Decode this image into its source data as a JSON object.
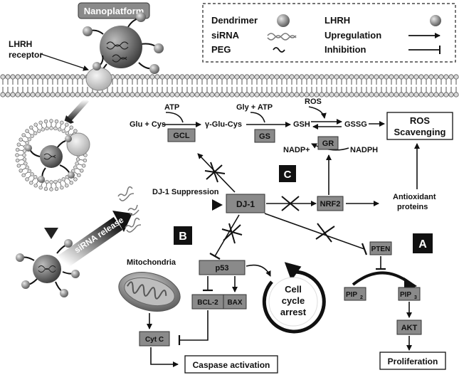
{
  "legend": {
    "dendrimer": "Dendrimer",
    "sirna": "siRNA",
    "peg": "PEG",
    "lhrh": "LHRH",
    "upregulation": "Upregulation",
    "inhibition": "Inhibition"
  },
  "labels": {
    "nanoplatform": "Nanoplatform",
    "lhrh_receptor_1": "LHRH",
    "lhrh_receptor_2": "receptor",
    "sirna_release": "siRNA release",
    "dj1_suppression": "DJ-1 Suppression",
    "mitochondria": "Mitochondria",
    "atp": "ATP",
    "glu_cys": "Glu + Cys",
    "gly_atp": "Gly + ATP",
    "gamma_glu_cys": "γ-Glu-Cys",
    "gsh": "GSH",
    "gssg": "GSSG",
    "ros": "ROS",
    "nadp_plus": "NADP+",
    "nadph": "NADPH",
    "antioxidant_1": "Antioxidant",
    "antioxidant_2": "proteins",
    "cell_cycle_1": "Cell",
    "cell_cycle_2": "cycle",
    "cell_cycle_3": "arrest",
    "pip2": "PIP",
    "pip2_sub": "2",
    "pip3": "PIP",
    "pip3_sub": "3"
  },
  "boxes": {
    "gcl": "GCL",
    "gs": "GS",
    "gr": "GR",
    "dj1": "DJ-1",
    "nrf2": "NRF2",
    "pten": "PTEN",
    "p53": "p53",
    "bcl2": "BCL-2",
    "bax": "BAX",
    "cytc": "Cyt C",
    "akt": "AKT",
    "ros_scavenging_1": "ROS",
    "ros_scavenging_2": "Scavenging",
    "caspase": "Caspase activation",
    "proliferation": "Proliferation"
  },
  "panels": {
    "a": "A",
    "b": "B",
    "c": "C"
  },
  "colors": {
    "gray_box": "#8a8a8a",
    "dark": "#111111",
    "membrane": "#555555"
  }
}
